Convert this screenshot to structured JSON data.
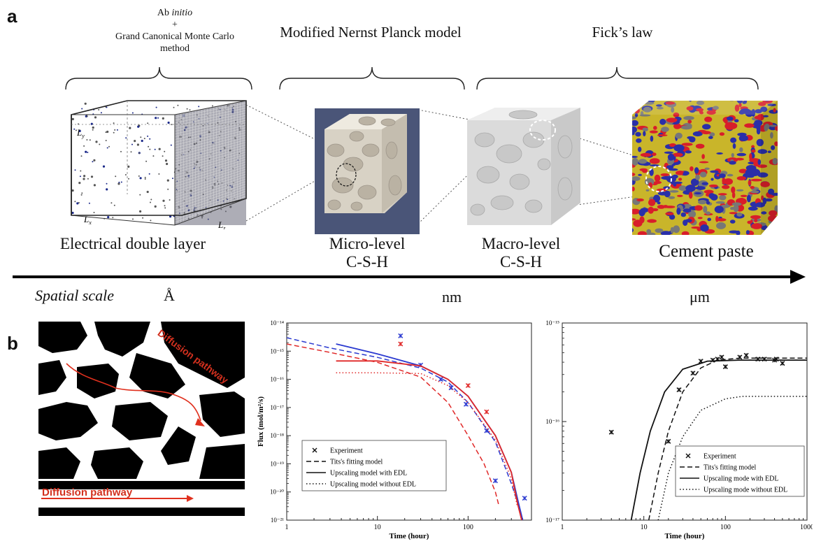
{
  "panel_a": {
    "label": "a",
    "methods": {
      "ab_initio_line1_prefix": "Ab ",
      "ab_initio_line1_italic": "initio",
      "ab_initio_plus": "+",
      "ab_initio_line3": "Grand Canonical Monte Carlo method",
      "nernst": "Modified Nernst Planck model",
      "fick": "Fick’s law"
    },
    "edl_axes": {
      "ly": "L",
      "lx": "L",
      "lz": "L",
      "sub_y": "y",
      "sub_x": "x",
      "sub_z": "z"
    },
    "captions": {
      "edl": "Electrical double layer",
      "micro_line1": "Micro-level",
      "micro_line2": "C-S-H",
      "macro_line1": "Macro-level",
      "macro_line2": "C-S-H",
      "cement": "Cement paste"
    },
    "scale": {
      "label": "Spatial scale",
      "angstrom": "Å",
      "nm": "nm",
      "um": "μm"
    },
    "colors": {
      "cement_yellow": "#c9b52a",
      "cement_red": "#d81e2a",
      "cement_blue": "#2a2fa8",
      "micro_bg": "#4a5578",
      "solid": "#e6e1d6"
    }
  },
  "panel_b": {
    "label": "b",
    "pathway_top": "Diffusion pathway",
    "pathway_bottom": "Diffusion pathway",
    "pathway_color": "#e0301e"
  },
  "chart_data": [
    {
      "type": "line",
      "xscale": "log",
      "yscale": "log",
      "xlim": [
        1,
        500
      ],
      "ylim": [
        1e-21,
        1e-14
      ],
      "xlabel": "Time (hour)",
      "ylabel": "Flux (mol/m²/s)",
      "x_ticks": [
        "1",
        "10",
        "100"
      ],
      "y_ticks": [
        "10⁻¹⁴",
        "10⁻¹⁵",
        "10⁻¹⁶",
        "10⁻¹⁷",
        "10⁻¹⁸",
        "10⁻¹⁹",
        "10⁻²⁰",
        "10⁻²¹"
      ],
      "legend": [
        "Experiment",
        "Tits's fitting model",
        "Upscaling model with EDL",
        "Upscaling model without EDL"
      ],
      "legend_position": "bottom-left",
      "series": [
        {
          "style": "marker",
          "color": "#2b3ad0",
          "points": [
            [
              18,
              3.5e-15
            ],
            [
              30,
              3.2e-16
            ],
            [
              50,
              1e-16
            ],
            [
              65,
              5e-17
            ],
            [
              95,
              1.3e-17
            ],
            [
              160,
              1.5e-18
            ],
            [
              200,
              2.5e-20
            ],
            [
              420,
              6e-21
            ]
          ]
        },
        {
          "style": "marker",
          "color": "#e02828",
          "points": [
            [
              18,
              1.8e-15
            ],
            [
              100,
              6e-17
            ],
            [
              160,
              7e-18
            ]
          ]
        },
        {
          "style": "dashed",
          "color": "#2b3ad0",
          "points": [
            [
              1,
              3e-15
            ],
            [
              3,
              1.3e-15
            ],
            [
              10,
              6e-16
            ],
            [
              30,
              2.5e-16
            ],
            [
              60,
              8e-17
            ],
            [
              100,
              1.5e-17
            ],
            [
              200,
              6e-19
            ],
            [
              300,
              2e-20
            ],
            [
              380,
              2e-21
            ]
          ]
        },
        {
          "style": "dashed",
          "color": "#e02828",
          "points": [
            [
              1,
              1.8e-15
            ],
            [
              3,
              9e-16
            ],
            [
              10,
              4e-16
            ],
            [
              30,
              1.2e-16
            ],
            [
              60,
              1.5e-17
            ],
            [
              100,
              1e-18
            ],
            [
              150,
              1e-19
            ],
            [
              200,
              1e-20
            ],
            [
              220,
              3e-21
            ]
          ]
        },
        {
          "style": "solid",
          "color": "#2b3ad0",
          "points": [
            [
              3.5,
              1.8e-15
            ],
            [
              10,
              8e-16
            ],
            [
              30,
              3e-16
            ],
            [
              60,
              1e-16
            ],
            [
              100,
              2.5e-17
            ],
            [
              200,
              1e-18
            ],
            [
              300,
              5e-20
            ],
            [
              360,
              4e-21
            ],
            [
              400,
              1e-21
            ]
          ]
        },
        {
          "style": "solid",
          "color": "#e02828",
          "points": [
            [
              3.5,
              4.5e-16
            ],
            [
              10,
              4.5e-16
            ],
            [
              30,
              3e-16
            ],
            [
              60,
              1e-16
            ],
            [
              100,
              2.5e-17
            ],
            [
              200,
              1e-18
            ],
            [
              300,
              5e-20
            ],
            [
              350,
              4e-21
            ],
            [
              390,
              1e-21
            ]
          ]
        },
        {
          "style": "dotted",
          "color": "#e02828",
          "points": [
            [
              3.5,
              1.7e-16
            ],
            [
              10,
              1.7e-16
            ],
            [
              30,
              1.6e-16
            ],
            [
              60,
              6e-17
            ],
            [
              100,
              1.5e-17
            ],
            [
              200,
              7e-19
            ],
            [
              300,
              3e-20
            ],
            [
              350,
              3e-21
            ]
          ]
        }
      ]
    },
    {
      "type": "line",
      "xscale": "log",
      "yscale": "log",
      "xlim": [
        1,
        1000
      ],
      "ylim": [
        1e-17,
        1e-15
      ],
      "xlabel": "Time (hour)",
      "x_ticks": [
        "1",
        "10",
        "100",
        "1000"
      ],
      "y_ticks": [
        "10⁻¹⁵",
        "10⁻¹⁶",
        "10⁻¹⁷"
      ],
      "legend": [
        "Experiment",
        "Tits's fitting model",
        "Upscaling mode with EDL",
        "Upscaling mode without EDL"
      ],
      "legend_position": "bottom-right",
      "series": [
        {
          "style": "marker",
          "color": "#111111",
          "points": [
            [
              4,
              7.8e-17
            ],
            [
              20,
              6.3e-17
            ],
            [
              27,
              2.1e-16
            ],
            [
              40,
              3.1e-16
            ],
            [
              50,
              4.1e-16
            ],
            [
              70,
              4.2e-16
            ],
            [
              80,
              4.3e-16
            ],
            [
              90,
              4.5e-16
            ],
            [
              100,
              3.6e-16
            ],
            [
              150,
              4.5e-16
            ],
            [
              180,
              4.7e-16
            ],
            [
              250,
              4.3e-16
            ],
            [
              300,
              4.3e-16
            ],
            [
              400,
              4.2e-16
            ],
            [
              420,
              4.3e-16
            ],
            [
              500,
              3.9e-16
            ]
          ]
        },
        {
          "style": "dashed",
          "color": "#111111",
          "points": [
            [
              11.5,
              1e-17
            ],
            [
              15,
              3e-17
            ],
            [
              20,
              8e-17
            ],
            [
              30,
              2e-16
            ],
            [
              50,
              3.5e-16
            ],
            [
              80,
              4.2e-16
            ],
            [
              150,
              4.4e-16
            ],
            [
              1000,
              4.4e-16
            ]
          ]
        },
        {
          "style": "solid",
          "color": "#111111",
          "points": [
            [
              7,
              1e-17
            ],
            [
              9,
              3e-17
            ],
            [
              12,
              8e-17
            ],
            [
              18,
              2e-16
            ],
            [
              30,
              3.4e-16
            ],
            [
              60,
              4.1e-16
            ],
            [
              150,
              4.2e-16
            ],
            [
              1000,
              4.2e-16
            ]
          ]
        },
        {
          "style": "dotted",
          "color": "#111111",
          "points": [
            [
              15,
              1e-17
            ],
            [
              20,
              3e-17
            ],
            [
              30,
              7e-17
            ],
            [
              50,
              1.3e-16
            ],
            [
              100,
              1.7e-16
            ],
            [
              160,
              1.8e-16
            ],
            [
              1000,
              1.8e-16
            ]
          ]
        }
      ]
    }
  ]
}
